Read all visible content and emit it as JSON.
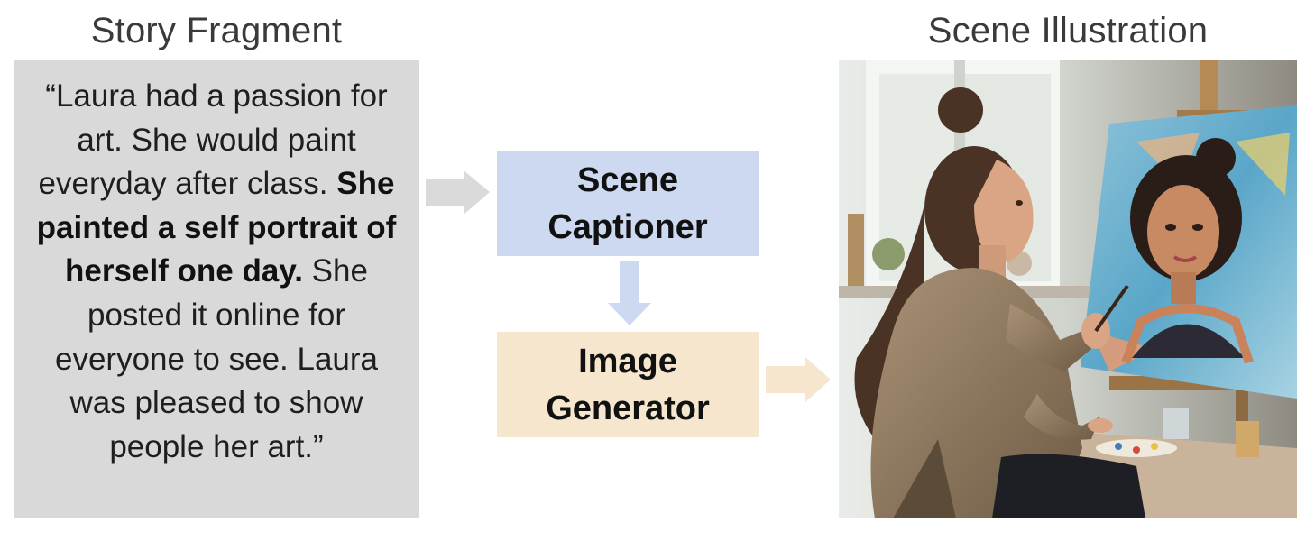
{
  "headings": {
    "story": "Story Fragment",
    "scene": "Scene Illustration"
  },
  "story": {
    "open_quote": "“",
    "text_before": "Laura had a passion for art. She would paint everyday after class. ",
    "text_bold": "She painted a self portrait of herself one day.",
    "text_after": " She posted it online for everyone to see. Laura was pleased to show people her art.",
    "close_quote": "”"
  },
  "pipeline": {
    "captioner_line1": "Scene",
    "captioner_line2": "Captioner",
    "generator_line1": "Image",
    "generator_line2": "Generator"
  },
  "colors": {
    "story_bg": "#d9d9d9",
    "captioner_bg": "#cdd9f1",
    "generator_bg": "#f5e6cd",
    "arrow_gray": "#dadada",
    "arrow_blue": "#cdd9f1",
    "arrow_beige": "#f5e6cd"
  }
}
